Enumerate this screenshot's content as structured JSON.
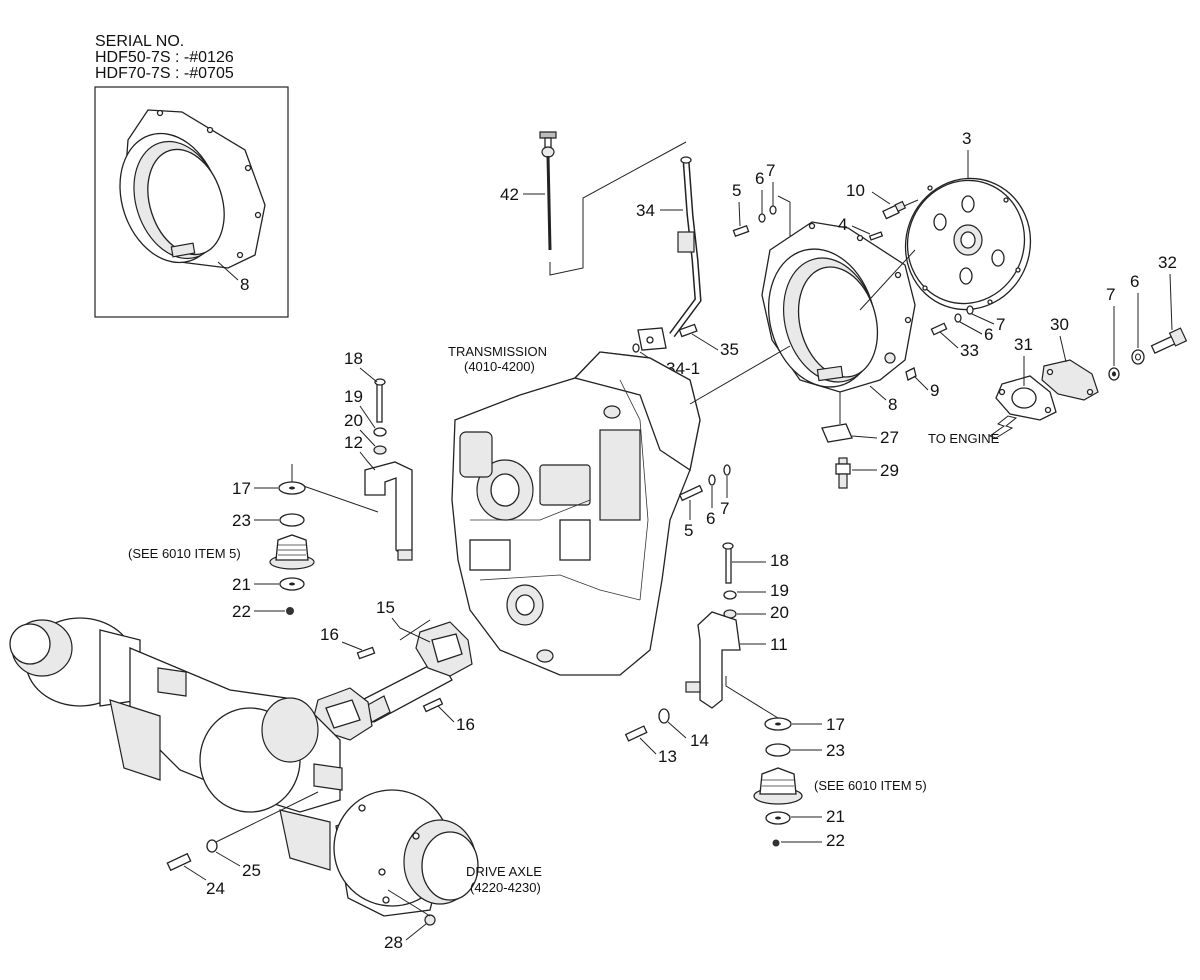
{
  "serial": {
    "title": "SERIAL NO.",
    "line1": "HDF50-7S : -#0126",
    "line2": "HDF70-7S : -#0705"
  },
  "notes": {
    "transmission_title": "TRANSMISSION",
    "transmission_range": "(4010-4200)",
    "drive_axle_title": "DRIVE AXLE",
    "drive_axle_range": "(4220-4230)",
    "to_engine": "TO ENGINE",
    "see_6010_left": "(SEE 6010 ITEM 5)",
    "see_6010_right": "(SEE 6010 ITEM 5)"
  },
  "callouts": {
    "c42": "42",
    "c34": "34",
    "c35": "35",
    "c34_1": "34-1",
    "c5a": "5",
    "c6a": "6",
    "c7a": "7",
    "c10": "10",
    "c4": "4",
    "c3": "3",
    "c33": "33",
    "c6b": "6",
    "c7b": "7",
    "c30": "30",
    "c31": "31",
    "c7c": "7",
    "c6c": "6",
    "c32": "32",
    "c8a": "8",
    "c8b": "8",
    "c9": "9",
    "c27": "27",
    "c29": "29",
    "c5b": "5",
    "c6d": "6",
    "c7d": "7",
    "c18a": "18",
    "c19a": "19",
    "c20a": "20",
    "c12": "12",
    "c17a": "17",
    "c23a": "23",
    "c21a": "21",
    "c22a": "22",
    "c15": "15",
    "c16a": "16",
    "c16b": "16",
    "c18b": "18",
    "c19b": "19",
    "c20b": "20",
    "c11": "11",
    "c14": "14",
    "c13": "13",
    "c17b": "17",
    "c23b": "23",
    "c21b": "21",
    "c22b": "22",
    "c24": "24",
    "c25": "25",
    "c28": "28"
  }
}
